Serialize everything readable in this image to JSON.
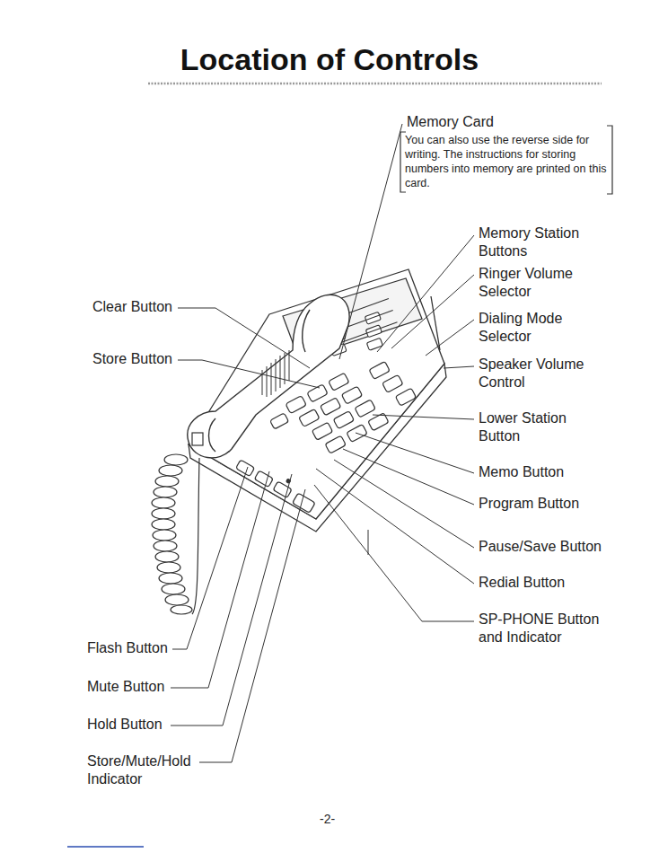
{
  "diagram": {
    "title": "Location of Controls",
    "labels": [
      "Memory Card",
      "You can also use the reverse side for writing. The instructions for storing numbers into memory are printed on this card.",
      "Memory Station Buttons",
      "Ringer Volume Selector",
      "Dialing Mode Selector",
      "Speaker Volume Control",
      "Lower Station Button",
      "Memo Button",
      "Program Button",
      "Pause/Save Button",
      "Redial Button",
      "SP-PHONE Button and Indicator",
      "Clear Button",
      "Store Button",
      "Flash Button",
      "Mute Button",
      "Hold Button",
      "Store/Mute/Hold Indicator",
      "-2-"
    ]
  }
}
